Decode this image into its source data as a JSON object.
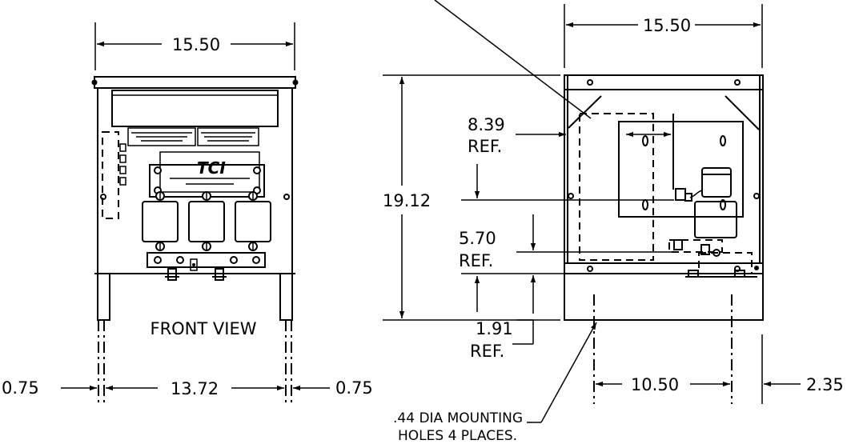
{
  "front_view": {
    "label": "FRONT VIEW",
    "top_width": "15.50",
    "base_width": "13.72",
    "left_offset": "0.75",
    "right_offset": "0.75",
    "nameplate_logo": "TCI"
  },
  "side_view": {
    "top_width": "15.50",
    "height": "19.12",
    "dim_a": "8.39",
    "dim_a_ref": "REF.",
    "dim_b": "5.70",
    "dim_b_ref": "REF.",
    "dim_c": "1.91",
    "dim_c_ref": "REF.",
    "hole_spacing": "10.50",
    "hole_offset": "2.35",
    "note_line1": ".44 DIA MOUNTING",
    "note_line2": "HOLES 4 PLACES."
  }
}
